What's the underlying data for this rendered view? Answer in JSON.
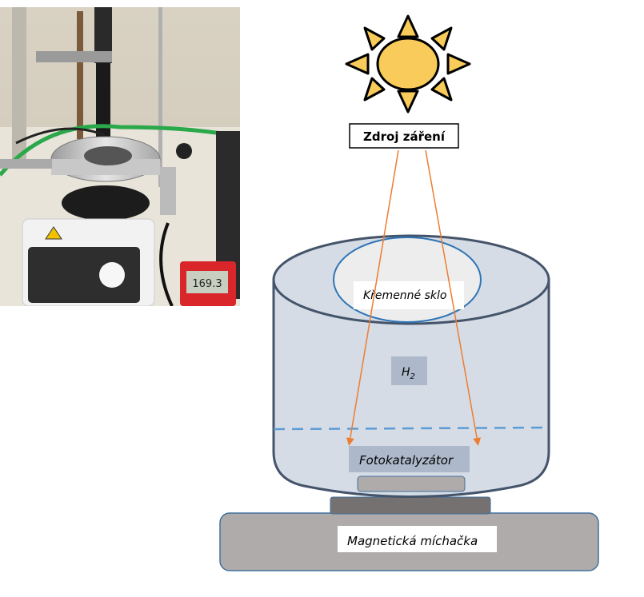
{
  "photo": {
    "description": "Laboratory photo of photocatalytic reactor on magnetic stirrer with pressure meter",
    "meter_reading": "169.3"
  },
  "diagram": {
    "source_label": "Zdroj záření",
    "window_label": "Křemenné sklo",
    "gas_label_base": "H",
    "gas_label_sub": "2",
    "catalyst_label": "Fotokatalyzátor",
    "stirrer_label": "Magnetická míchačka"
  },
  "colors": {
    "sun_fill": "#F9CB5A",
    "ray_arrow": "#ED7D31",
    "vessel_fill": "#D6DCE5",
    "vessel_stroke": "#44546A",
    "window_stroke": "#2E75B6",
    "liquid_line": "#5B9BD5",
    "label_box": "#ADB9CA",
    "stirrer_fill": "#AFABAB",
    "stirrer_top": "#767171"
  }
}
